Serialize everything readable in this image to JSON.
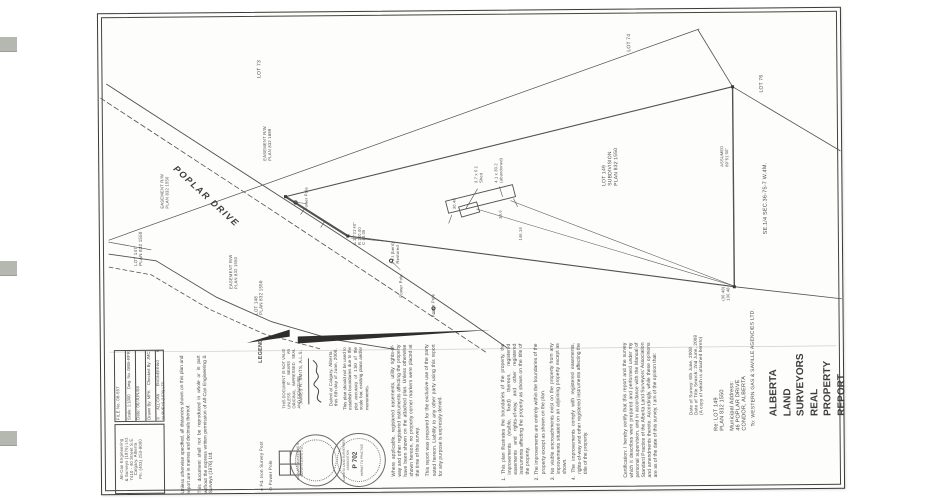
{
  "document_type": "Scanned Alberta Land Surveyors Real Property Report",
  "panel": {
    "org": "ALBERTA LAND SURVEYORS",
    "title": "REAL PROPERTY REPORT",
    "to_line": "To: WESTERN GAS & SAVILLE AGENCIES LTD.",
    "re_l1": "Re:  LOT 149",
    "re_l2": "PLAN 832 1550",
    "re_l3": "Municipal Address:",
    "re_l4": "46 POPLAR DRIVE",
    "re_l5": "CONDOR, ALBERTA",
    "date_survey": "Date of Survey: 6th June, 2008",
    "date_search": "Date of Title Search: 2nd June, 2008",
    "date_note": "(A copy of which is attached hereto)",
    "certification": "Certification: I hereby certify that this report and the survey which it describes were prepared and performed under my personal supervision, and in accordance with the Manual of Standard Practice of the Alberta Land Surveyors' Association and amendments thereto. Accordingly, while these opinions are as of the date of this survey, I am of the opinion that:",
    "opinions": [
      "1. This plan illustrates the boundaries of the property, the improvements (visible, fixed) thereon, registered easements and rights-of-way, and other registered instruments affecting the property as shown on the title of the property.",
      "2. The improvements are entirely within the boundaries of the property except as shown on the plan.",
      "3. No visible encroachments exist on the property from any improvements situated on an adjoining property except as shown.",
      "4. The improvements comply with registered easements, rights-of-way and other registered instruments affecting the title of the property."
    ],
    "where_applicable": "Where applicable, registered easements, utility rights-of-way and other registered instruments affecting the property have been shown on the attached plan. Unless otherwise shown hereon, no property corner markers were placed at the time of this survey.",
    "exclusive_use": "This report was prepared for the exclusive use of the party noted hereon. Liability to any other party using this report for any purpose is expressly denied.",
    "plot_note": "This plan should not be used to establish boundaries due to the plot accuracy of 1:50 of the scale bar, existing plans and/or monuments.",
    "dated_l1": "Dated at Calgary, Alberta",
    "dated_l2": "this 6th day of June, 2008.",
    "surveyor": "JAMES R. SMITS, A.L.S.",
    "validity": "THIS DOCUMENT IS NOT VALID UNLESS IT BEARS AN ORIGINAL IMPRESSED SEAL AND SIGNATURE.",
    "legend_title": "LEGEND",
    "legend_item1": "●  Fd. Iron Survey Post",
    "legend_item2": "⊙  Power Pole",
    "seal_assoc": "ALBERTA LAND SURVEYORS' ASSOCIATION",
    "seal_permit": "PERMIT TO PRACTICE",
    "seal_p702": "P 702",
    "seal_company": "ALL-CAN ENGINEERING & SURVEYS (1976) LTD."
  },
  "titleblock": {
    "file_no": "FILE No. 08-557",
    "scale": "Scale: 1:1000",
    "dwg": "Dwg. No. 0806-RPR",
    "date": "Date: 06/JUN/08",
    "drawn": "Drawn By: MPK",
    "checked": "Checked By: JMC",
    "copyright": "© ALL-CAN ENGINEERING & SURVEYS (1976) LTD.",
    "company_l1": "All-Can Engineering",
    "company_l2": "& Surveys (1976) Ltd.",
    "company_l3": "7410 - 40 Street S.E.",
    "company_l4": "Calgary, Alberta",
    "company_l5": "Ph: (403) 253-8000",
    "metric_note": "Unless otherwise specified, all distances shown on this plan and report are in metres and decimals thereof.",
    "repro_note": "This document shall not be reproduced in whole or in part without the express written permission of All-Can Engineering & Surveys (1976) Ltd."
  },
  "plan_labels": {
    "street": "POPLAR DRIVE",
    "lot73": "LOT 73",
    "lot74": "LOT 74",
    "lot76": "LOT 76",
    "lot149_l1": "LOT 149",
    "lot149_l2": "SUBDIVISION",
    "lot149_l3": "PLAN 832 1550",
    "lot147_l1": "LOT 147",
    "lot147_l2": "PLAN 832 1550",
    "lot148_l1": "LOT 148",
    "lot148_l2": "PLAN 832 1550",
    "esmt1889_l1": "EASEMENT R/W",
    "esmt1889_l2": "PLAN 832 1889",
    "esmt1550_l1": "EASEMENT R/W",
    "esmt1550_l2": "PLAN 832 1550",
    "power_pole": "Power Pole",
    "fdi_l1": "Fd.I.(bent)",
    "fdi_l2": "Restored",
    "curve_l1": "Δ 12°21'40\"",
    "curve_l2": "R 200.00",
    "curve_l3": "C 43.05",
    "assumed_l1": "ASSUMED",
    "assumed_l2": "89°51'00\"",
    "quarter": "SE.1/4 SEC.36-75-7 W.4M.",
    "dim_east_l1": "(30.48)",
    "dim_east_l2": "130.48",
    "barn_l1": "4.1 x 30.2",
    "barn_l2": "(abandoned)",
    "shed_l1": "3.7 x 6.1",
    "shed_l2": "Shed",
    "dim1": "30.48",
    "dim2": "36.6",
    "dim3": "146.16"
  }
}
